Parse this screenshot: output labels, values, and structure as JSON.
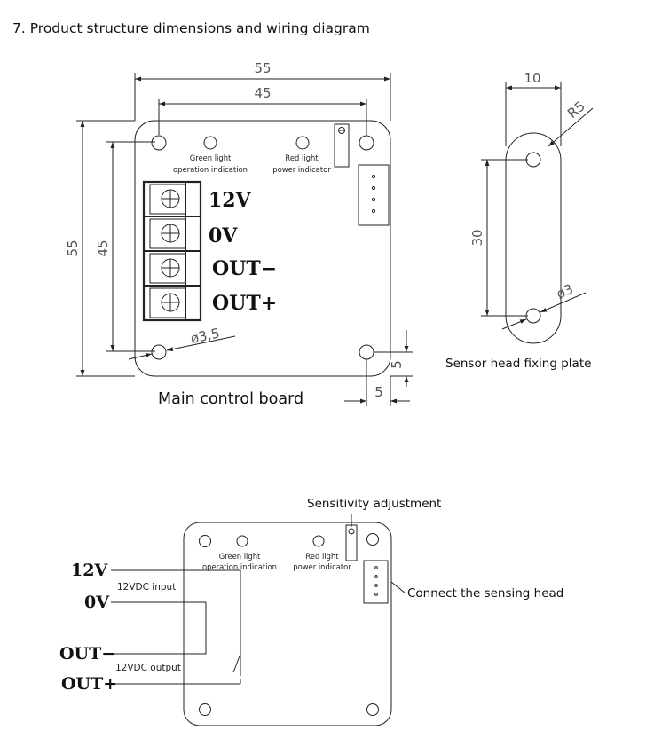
{
  "heading": "7. Product structure dimensions and wiring diagram",
  "board": {
    "dim_width_outer": "55",
    "dim_width_inner": "45",
    "dim_height_outer": "55",
    "dim_height_inner": "45",
    "dim_hole": "ø3,5",
    "dim_offset_v": "5",
    "dim_offset_h": "5",
    "green_light_line1": "Green light",
    "green_light_line2": "operation indication",
    "red_light_line1": "Red light",
    "red_light_line2": "power indicator",
    "terminals": [
      "12V",
      "0V",
      "OUT−",
      "OUT+"
    ],
    "caption": "Main control board"
  },
  "plate": {
    "dim_width": "10",
    "dim_radius": "R5",
    "dim_spacing": "30",
    "dim_hole": "ø3",
    "caption": "Sensor head fixing plate"
  },
  "wiring": {
    "sensitivity_label": "Sensitivity adjustment",
    "green_light_line1": "Green light",
    "green_light_line2": "operation indication",
    "red_light_line1": "Red light",
    "red_light_line2": "power indicator",
    "sensing_head_label": "Connect the sensing head",
    "input_label": "12VDC input",
    "output_label": "12VDC output",
    "terminals": [
      "12V",
      "0V",
      "OUT−",
      "OUT+"
    ]
  }
}
